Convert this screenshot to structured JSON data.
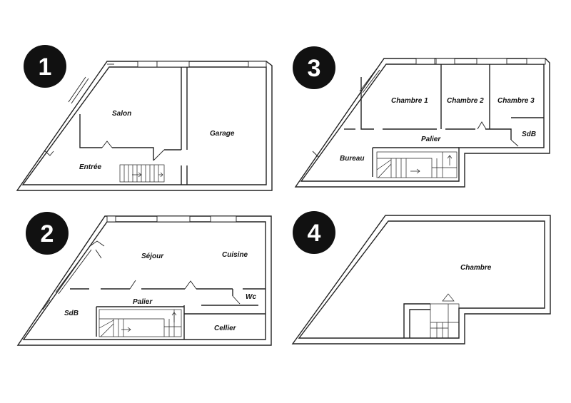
{
  "plans": [
    {
      "badge": "1",
      "rooms": {
        "salon": "Salon",
        "garage": "Garage",
        "entree": "Entrée"
      }
    },
    {
      "badge": "2",
      "rooms": {
        "sejour": "Séjour",
        "cuisine": "Cuisine",
        "palier": "Palier",
        "wc": "Wc",
        "sdb": "SdB",
        "cellier": "Cellier"
      }
    },
    {
      "badge": "3",
      "rooms": {
        "chambre1": "Chambre 1",
        "chambre2": "Chambre 2",
        "chambre3": "Chambre 3",
        "palier": "Palier",
        "sdb": "SdB",
        "bureau": "Bureau"
      }
    },
    {
      "badge": "4",
      "rooms": {
        "chambre": "Chambre"
      }
    }
  ]
}
